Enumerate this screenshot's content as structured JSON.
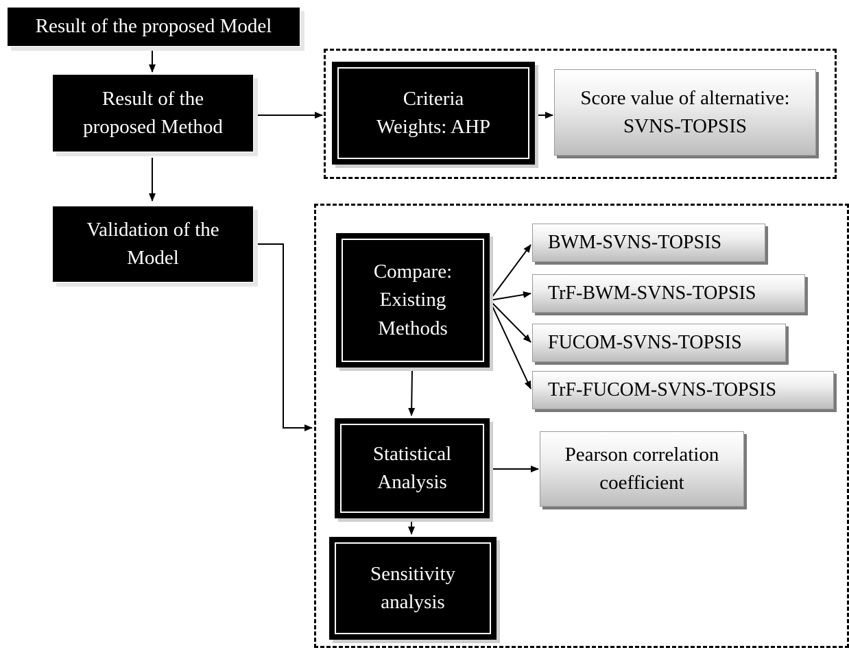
{
  "nodes": {
    "model_result": "Result of the proposed Model",
    "method_result": [
      "Result of the",
      "proposed Method"
    ],
    "validation": [
      "Validation of the",
      "Model"
    ],
    "criteria": [
      "Criteria",
      "Weights: AHP"
    ],
    "score": [
      "Score value of alternative:",
      "SVNS-TOPSIS"
    ],
    "compare": [
      "Compare:",
      "Existing",
      "Methods"
    ],
    "bwm": "BWM-SVNS-TOPSIS",
    "trf_bwm": "TrF-BWM-SVNS-TOPSIS",
    "fucom": "FUCOM-SVNS-TOPSIS",
    "trf_fucom": "TrF-FUCOM-SVNS-TOPSIS",
    "statistical": [
      "Statistical",
      "Analysis"
    ],
    "pearson": [
      "Pearson correlation",
      "coefficient"
    ],
    "sensitivity": [
      "Sensitivity",
      "analysis"
    ]
  },
  "colors": {
    "dark_node": "#000000",
    "light_node_gradient_end": "#bdbdbd",
    "line": "#000000"
  }
}
